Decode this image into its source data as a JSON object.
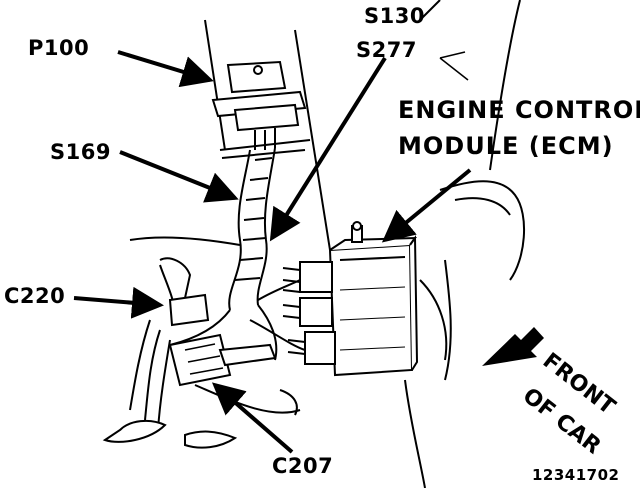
{
  "labels": {
    "p100": "P100",
    "s130": "S130",
    "s277": "S277",
    "s169": "S169",
    "ecm_line1": "ENGINE CONTROL",
    "ecm_line2": "MODULE (ECM)",
    "c220": "C220",
    "c207": "C207",
    "front_line1": "FRONT",
    "front_line2": "OF CAR",
    "figure_number": "12341702"
  },
  "colors": {
    "ink": "#000000",
    "paper": "#ffffff"
  }
}
